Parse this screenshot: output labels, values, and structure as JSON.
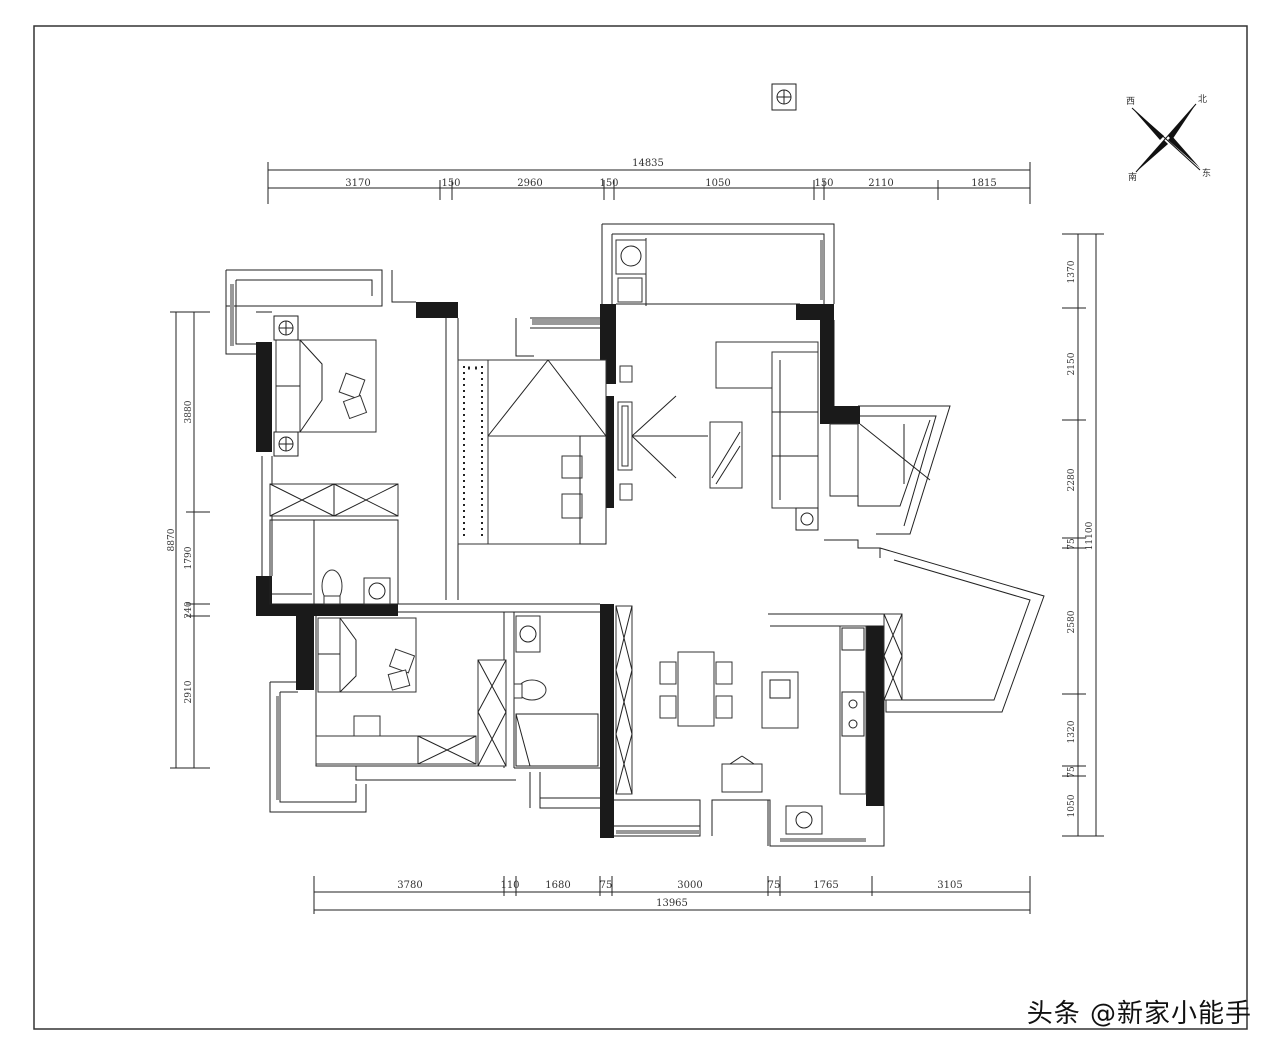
{
  "top_dimensions": {
    "total": "14835",
    "segments": [
      "3170",
      "150",
      "2960",
      "150",
      "1050",
      "150",
      "2110",
      "1815"
    ]
  },
  "bottom_dimensions": {
    "total": "13965",
    "segments": [
      "3780",
      "110",
      "1680",
      "75",
      "3000",
      "75",
      "1765",
      "3105"
    ]
  },
  "left_dimensions": {
    "total": "8870",
    "segments": [
      "3880",
      "1790",
      "240",
      "2910"
    ]
  },
  "right_dimensions": {
    "total": "11100",
    "segments": [
      "1370",
      "2150",
      "2280",
      "75",
      "2580",
      "1320",
      "75",
      "1050"
    ]
  },
  "compass": {
    "north": "北",
    "east": "东",
    "south": "南",
    "west": "西"
  },
  "watermark": "头条 @新家小能手"
}
